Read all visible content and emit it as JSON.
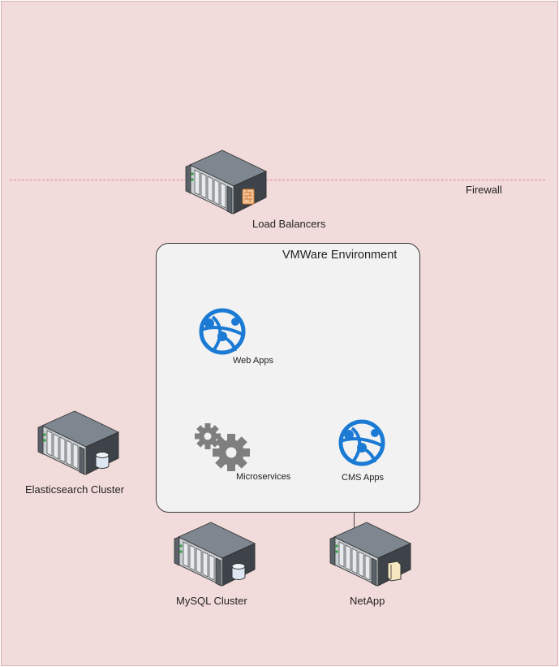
{
  "labels": {
    "firewall": "Firewall",
    "load_balancers": "Load Balancers",
    "vmware": "VMWare Environment",
    "web_apps": "Web Apps",
    "microservices": "Microservices",
    "cms_apps": "CMS Apps",
    "elasticsearch": "Elasticsearch Cluster",
    "mysql": "MySQL Cluster",
    "netapp": "NetApp"
  },
  "colors": {
    "zone_fill": "#f2dcdb",
    "firewall_dash": "#e3848f",
    "vm_fill": "#f2f2f2",
    "app_icon_blue": "#1a7ad4",
    "gear_gray": "#7f7f7f"
  },
  "icons": {
    "load_balancer": "server-firewall-icon",
    "database": "server-database-icon",
    "storage": "server-storage-icon",
    "web_app": "web-app-globe-icon",
    "microservices": "gears-icon"
  }
}
